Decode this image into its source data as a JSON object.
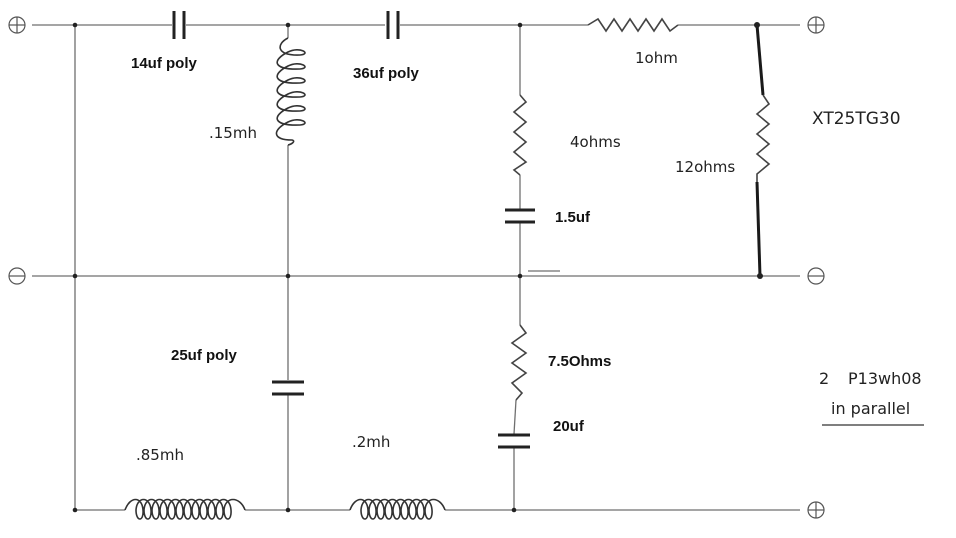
{
  "labels": {
    "cap_14uf": "14uf poly",
    "cap_36uf": "36uf poly",
    "ind_015mh": ".15mh",
    "res_1ohm": "1ohm",
    "res_4ohms": "4ohms",
    "cap_1_5uf": "1.5uf",
    "res_12ohms": "12ohms",
    "tweeter_model": "XT25TG30",
    "cap_25uf": "25uf poly",
    "res_7_5ohms": "7.5Ohms",
    "cap_20uf": "20uf",
    "ind_085mh": ".85mh",
    "ind_02mh": ".2mh",
    "woofer_count": "2",
    "woofer_model": "P13wh08",
    "woofer_note": "in parallel"
  }
}
